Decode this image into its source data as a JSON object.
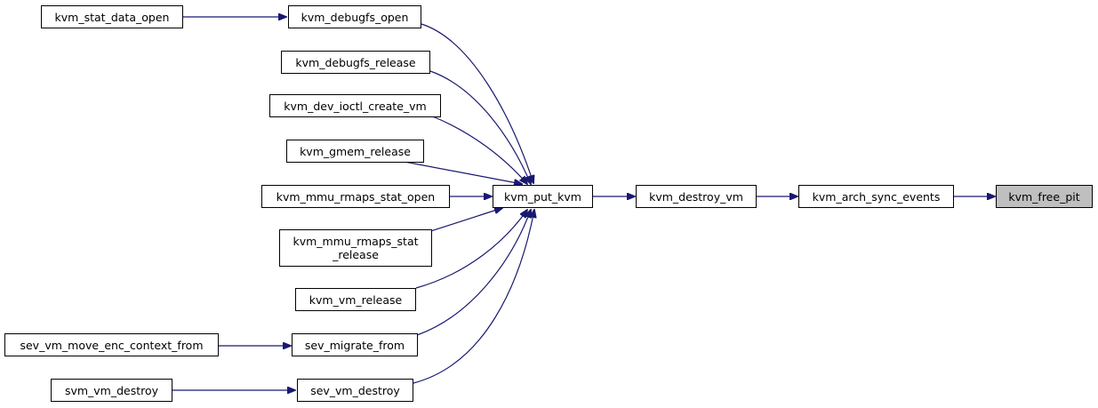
{
  "colors": {
    "edge": "#191970",
    "node_border": "#000000",
    "current_fill": "#bfbfbf"
  },
  "nodes": {
    "kvm_free_pit": "kvm_free_pit",
    "kvm_arch_sync_events": "kvm_arch_sync_events",
    "kvm_destroy_vm": "kvm_destroy_vm",
    "kvm_put_kvm": "kvm_put_kvm",
    "kvm_debugfs_open": "kvm_debugfs_open",
    "kvm_stat_data_open": "kvm_stat_data_open",
    "kvm_debugfs_release": "kvm_debugfs_release",
    "kvm_dev_ioctl_create_vm": "kvm_dev_ioctl_create_vm",
    "kvm_gmem_release": "kvm_gmem_release",
    "kvm_mmu_rmaps_stat_open": "kvm_mmu_rmaps_stat_open",
    "kvm_mmu_rmaps_stat_release_line1": "kvm_mmu_rmaps_stat",
    "kvm_mmu_rmaps_stat_release_line2": "_release",
    "kvm_vm_release": "kvm_vm_release",
    "sev_migrate_from": "sev_migrate_from",
    "sev_vm_move_enc_context_from": "sev_vm_move_enc_context_from",
    "sev_vm_destroy": "sev_vm_destroy",
    "svm_vm_destroy": "svm_vm_destroy"
  },
  "edges": [
    [
      "kvm_arch_sync_events",
      "kvm_free_pit"
    ],
    [
      "kvm_destroy_vm",
      "kvm_arch_sync_events"
    ],
    [
      "kvm_put_kvm",
      "kvm_destroy_vm"
    ],
    [
      "kvm_debugfs_open",
      "kvm_put_kvm"
    ],
    [
      "kvm_debugfs_release",
      "kvm_put_kvm"
    ],
    [
      "kvm_dev_ioctl_create_vm",
      "kvm_put_kvm"
    ],
    [
      "kvm_gmem_release",
      "kvm_put_kvm"
    ],
    [
      "kvm_mmu_rmaps_stat_open",
      "kvm_put_kvm"
    ],
    [
      "kvm_mmu_rmaps_stat_release",
      "kvm_put_kvm"
    ],
    [
      "kvm_vm_release",
      "kvm_put_kvm"
    ],
    [
      "sev_migrate_from",
      "kvm_put_kvm"
    ],
    [
      "sev_vm_destroy",
      "kvm_put_kvm"
    ],
    [
      "kvm_stat_data_open",
      "kvm_debugfs_open"
    ],
    [
      "sev_vm_move_enc_context_from",
      "sev_migrate_from"
    ],
    [
      "svm_vm_destroy",
      "sev_vm_destroy"
    ]
  ]
}
